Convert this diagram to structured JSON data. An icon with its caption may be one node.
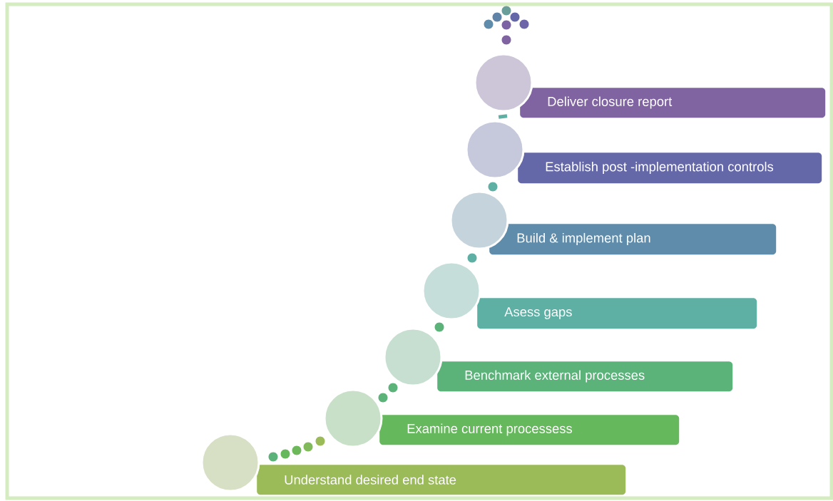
{
  "diagram": {
    "nodes": [
      {
        "text": [
          "Deliver closure report"
        ]
      },
      {
        "text": [
          "Establish post -implementation controls"
        ]
      },
      {
        "text": [
          "Build & implement plan"
        ]
      },
      {
        "text": [
          "Asess gaps"
        ]
      },
      {
        "text": [
          "Benchmark external processes"
        ]
      },
      {
        "text": [
          "Examine current processess"
        ]
      },
      {
        "text": [
          "Understand desired end state"
        ]
      },
      {
        "text": [],
        "shape": "circle"
      },
      {
        "text": [],
        "shape": "circle"
      },
      {
        "text": [],
        "shape": "circle"
      },
      {
        "text": [],
        "shape": "circle"
      },
      {
        "text": [],
        "shape": "circle"
      },
      {
        "text": [],
        "shape": "circle"
      },
      {
        "text": [],
        "shape": "circle"
      }
    ]
  }
}
